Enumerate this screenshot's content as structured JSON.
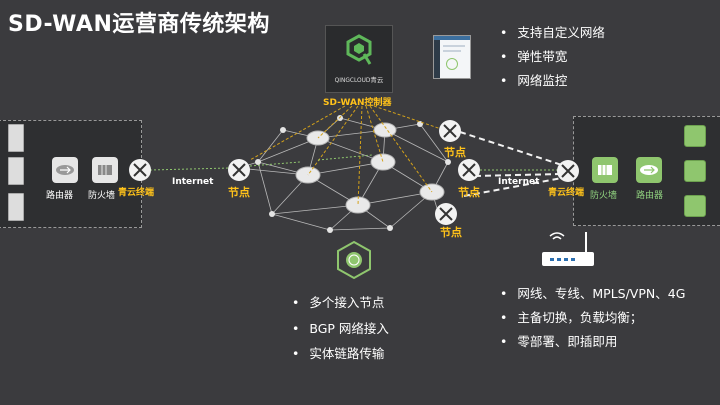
{
  "title": "SD-WAN运营商传统架构",
  "controller": {
    "brand": "QINGCLOUD青云",
    "label": "SD-WAN控制器"
  },
  "features_top": [
    "支持自定义网络",
    "弹性带宽",
    "网络监控"
  ],
  "features_center": [
    "多个接入节点",
    "BGP 网络接入",
    "实体链路传输"
  ],
  "features_bottom": [
    "网线、专线、MPLS/VPN、4G",
    "主备切换，负载均衡；",
    "零部署、即插即用"
  ],
  "left_site": {
    "router_label": "路由器",
    "firewall_label": "防火墙",
    "terminal_label": "青云终端",
    "link_label": "Internet",
    "node_label": "节点"
  },
  "right_site": {
    "router_label": "路由器",
    "firewall_label": "防火墙",
    "terminal_label": "青云终端",
    "link_label": "Internet",
    "node_labels": [
      "节点",
      "节点",
      "节点"
    ]
  },
  "colors": {
    "background": "#3b3b3e",
    "accent_yellow": "#ffc21a",
    "accent_green": "#8fc66e",
    "dashed_orange": "#d4a21a"
  }
}
